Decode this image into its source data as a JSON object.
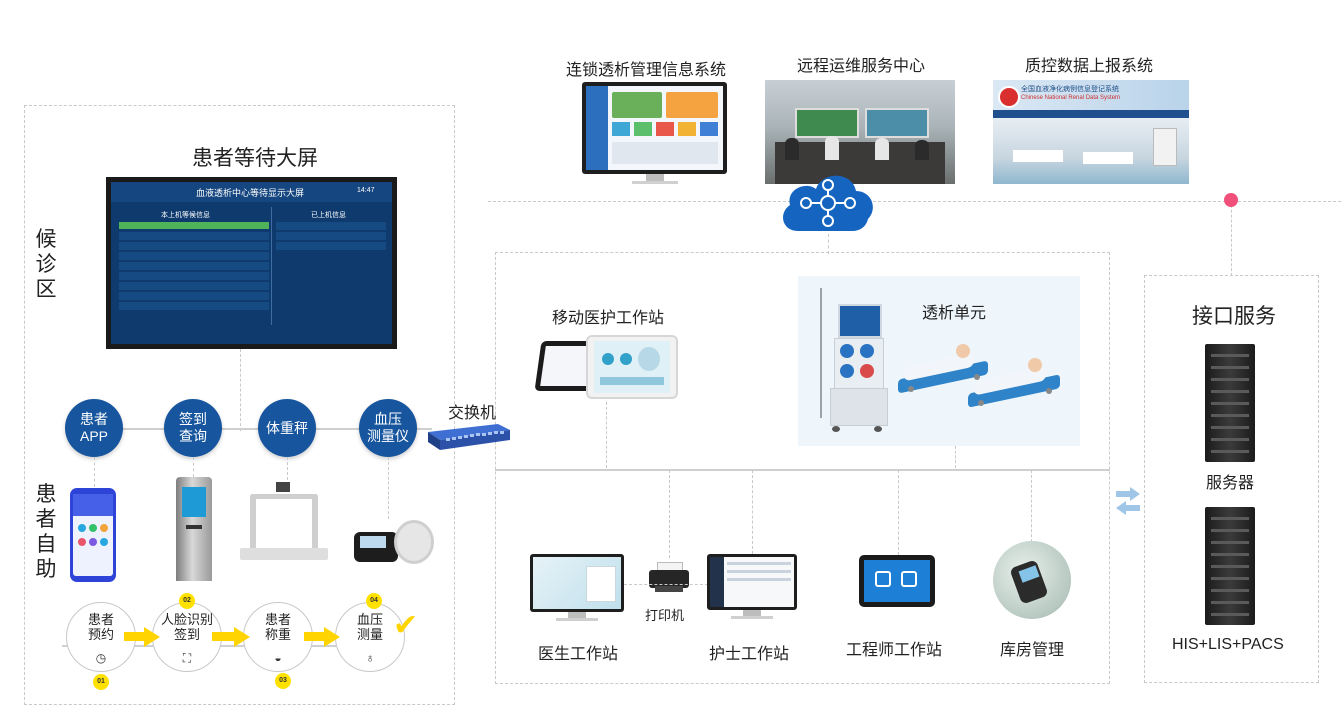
{
  "waiting_area": {
    "section_label": "候诊区",
    "screen_title": "患者等待大屏",
    "screen_header": "血液透析中心等待显示大屏",
    "screen_left_tab": "本上机等候信息",
    "screen_right_tab": "已上机信息",
    "screen_time": "14:47"
  },
  "self_service": {
    "section_label": "患者自助",
    "circles": [
      {
        "label": "患者\nAPP"
      },
      {
        "label": "签到\n查询"
      },
      {
        "label": "体重秤"
      },
      {
        "label": "血压\n测量仪"
      }
    ],
    "steps": [
      {
        "label": "患者\n预约",
        "num": "01"
      },
      {
        "label": "人脸识别\n签到",
        "num": "02"
      },
      {
        "label": "患者\n称重",
        "num": "03"
      },
      {
        "label": "血压\n测量",
        "num": "04"
      }
    ]
  },
  "switch": {
    "label": "交换机"
  },
  "top_systems": [
    {
      "label": "连锁透析管理信息系统"
    },
    {
      "label": "远程运维服务中心"
    },
    {
      "label": "质控数据上报系统"
    }
  ],
  "qc_banner": {
    "title": "全国血液净化病例信息登记系统",
    "subtitle": "Chinese National Renal Data System"
  },
  "middle": {
    "mobile_station": "移动医护工作站",
    "dialysis_unit": "透析单元"
  },
  "lower": {
    "doctor": "医生工作站",
    "printer": "打印机",
    "nurse": "护士工作站",
    "engineer": "工程师工作站",
    "warehouse": "库房管理"
  },
  "interface": {
    "title": "接口服务",
    "server": "服务器",
    "his": "HIS+LIS+PACS"
  },
  "colors": {
    "accent_blue": "#17569e",
    "cloud_blue": "#1565c0",
    "yellow": "#ffd400",
    "pink_dot": "#f0507a",
    "dashed_line": "#c9c9c9"
  }
}
